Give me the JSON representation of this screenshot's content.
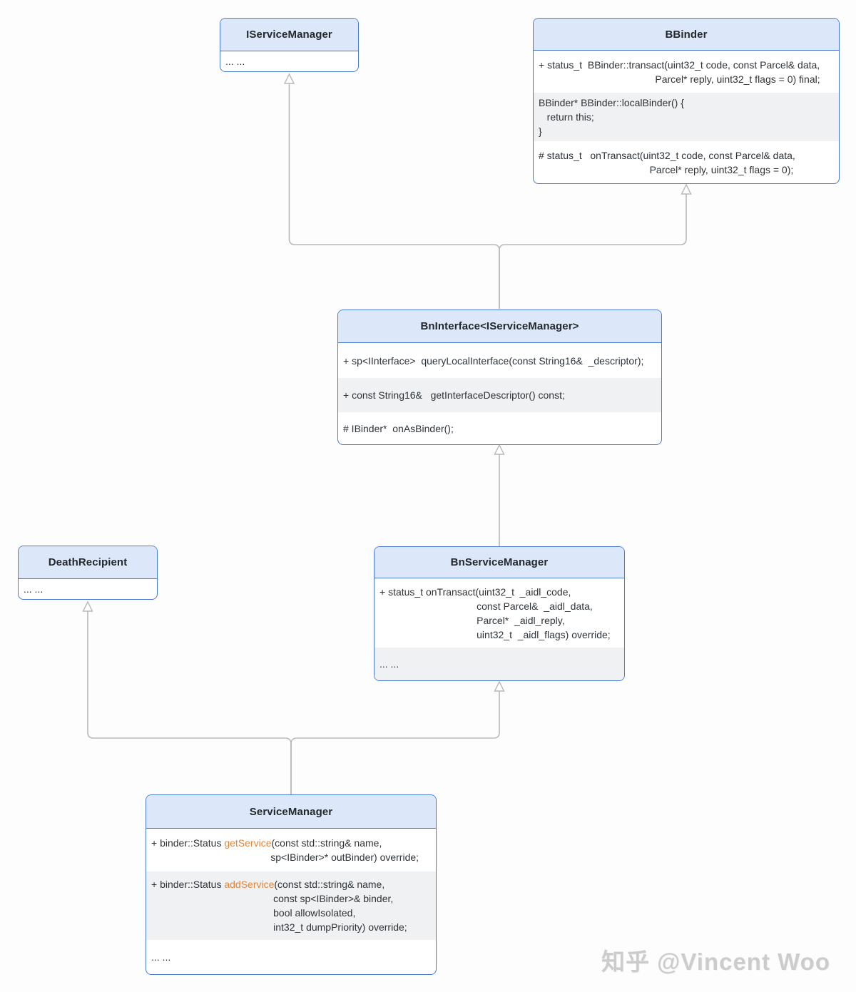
{
  "colors": {
    "box_border_blue": "#4a79d2",
    "header_fill_blue": "#dce7f9",
    "alt_compartment_gray": "#eff1f3",
    "connector_gray": "#b9b9b9",
    "method_accent_orange": "#e0853c",
    "watermark_gray": "#cccccc"
  },
  "watermark": {
    "text": "知乎 @Vincent Woo"
  },
  "classes": [
    {
      "id": "iservicemanager",
      "title": "IServiceManager",
      "compartments": [
        {
          "lines": [
            [
              {
                "t": "... ..."
              }
            ]
          ]
        }
      ]
    },
    {
      "id": "bbinder",
      "title": "BBinder",
      "compartments": [
        {
          "lines": [
            [
              {
                "t": "+ status_t  BBinder::transact(uint32_t code, const Parcel& data,"
              }
            ],
            [
              {
                "t": "                                          Parcel* reply, uint32_t flags = 0) final;"
              }
            ]
          ]
        },
        {
          "lines": [
            [
              {
                "t": "BBinder* BBinder::localBinder() {"
              }
            ],
            [
              {
                "t": "   return this;"
              }
            ],
            [
              {
                "t": "}"
              }
            ]
          ]
        },
        {
          "lines": [
            [
              {
                "t": "# status_t   onTransact(uint32_t code, const Parcel& data,"
              }
            ],
            [
              {
                "t": "                                        Parcel* reply, uint32_t flags = 0);"
              }
            ]
          ]
        }
      ]
    },
    {
      "id": "bninterface",
      "title": "BnInterface<IServiceManager>",
      "compartments": [
        {
          "lines": [
            [
              {
                "t": "+ sp<IInterface>  queryLocalInterface(const String16&  _descriptor);"
              }
            ]
          ]
        },
        {
          "lines": [
            [
              {
                "t": "+ const String16&   getInterfaceDescriptor() const;"
              }
            ]
          ]
        },
        {
          "lines": [
            [
              {
                "t": "# IBinder*  onAsBinder();"
              }
            ]
          ]
        }
      ]
    },
    {
      "id": "deathrecipient",
      "title": "DeathRecipient",
      "compartments": [
        {
          "lines": [
            [
              {
                "t": "... ..."
              }
            ]
          ]
        }
      ]
    },
    {
      "id": "bnservicemanager",
      "title": "BnServiceManager",
      "compartments": [
        {
          "lines": [
            [
              {
                "t": "+ status_t onTransact(uint32_t  _aidl_code,"
              }
            ],
            [
              {
                "t": "                                   const Parcel&  _aidl_data,"
              }
            ],
            [
              {
                "t": "                                   Parcel*  _aidl_reply,"
              }
            ],
            [
              {
                "t": "                                   uint32_t  _aidl_flags) override;"
              }
            ]
          ]
        },
        {
          "lines": [
            [
              {
                "t": "... ..."
              }
            ]
          ]
        }
      ]
    },
    {
      "id": "servicemanager",
      "title": "ServiceManager",
      "compartments": [
        {
          "lines": [
            [
              {
                "t": "+ binder::Status "
              },
              {
                "t": "getService",
                "c": "accent"
              },
              {
                "t": "(const std::string& name,"
              }
            ],
            [
              {
                "t": "                                           sp<IBinder>* outBinder) override;"
              }
            ]
          ]
        },
        {
          "lines": [
            [
              {
                "t": "+ binder::Status "
              },
              {
                "t": "addService",
                "c": "accent"
              },
              {
                "t": "(const std::string& name,"
              }
            ],
            [
              {
                "t": "                                            const sp<IBinder>& binder,"
              }
            ],
            [
              {
                "t": "                                            bool allowIsolated,"
              }
            ],
            [
              {
                "t": "                                            int32_t dumpPriority) override;"
              }
            ]
          ]
        },
        {
          "lines": [
            [
              {
                "t": "... ..."
              }
            ]
          ]
        }
      ]
    }
  ]
}
